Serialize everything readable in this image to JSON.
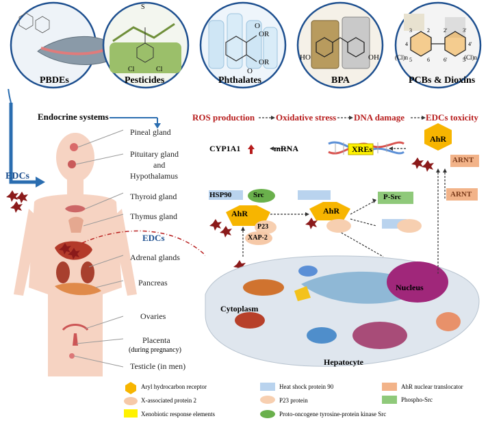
{
  "sources": [
    {
      "label": "PBDEs"
    },
    {
      "label": "Pesticides"
    },
    {
      "label": "Phthalates"
    },
    {
      "label": "BPA"
    },
    {
      "label": "PCBs & Dioxins"
    }
  ],
  "chem": {
    "pest_s": "S",
    "pest_cl1": "Cl",
    "pest_cl2": "Cl",
    "phth_o1": "O",
    "phth_or1": "OR",
    "phth_or2": "OR",
    "phth_o2": "O",
    "bpa_ho": "HO",
    "bpa_oh": "OH",
    "pcb_cl_l": "(Cl)n",
    "pcb_cl_r": "(Cl)n",
    "pcb_n3": "3",
    "pcb_n2": "2",
    "pcb_n2p": "2'",
    "pcb_n3p": "3'",
    "pcb_n4": "4",
    "pcb_n4p": "4'",
    "pcb_n5": "5",
    "pcb_n6": "6",
    "pcb_n6p": "6'",
    "pcb_n5p": "5'"
  },
  "endocrine_title": "Endocrine systems",
  "edcs_left": "EDCs",
  "edcs_mid": "EDCs",
  "organs": [
    {
      "label": "Pineal gland"
    },
    {
      "label": "Pituitary gland"
    },
    {
      "label": "and"
    },
    {
      "label": "Hypothalamus"
    },
    {
      "label": "Thyroid gland"
    },
    {
      "label": "Thymus gland"
    },
    {
      "label": "Adrenal glands"
    },
    {
      "label": "Pancreas"
    },
    {
      "label": "Ovaries"
    },
    {
      "label": "Placenta"
    },
    {
      "label": "(during pregnancy)"
    },
    {
      "label": "Testicle (in men)"
    }
  ],
  "pathway": {
    "ros": "ROS production",
    "oxidative": "Oxidative stress",
    "dna": "DNA damage",
    "toxicity": "EDCs toxicity",
    "cyp": "CYP1A1",
    "mrna": "mRNA",
    "xres": "XREs",
    "ahr_top": "AhR",
    "arnt_top": "ARNT",
    "arnt_mid": "ARNT",
    "hsp90": "HSP90",
    "src": "Src",
    "ahr_left": "AhR",
    "p23": "P23",
    "xap2": "XAP-2",
    "ahr_mid": "AhR",
    "psrc": "P-Src",
    "nucleus": "Nucleus",
    "cytoplasm": "Cytoplasm",
    "hepatocyte": "Hepatocyte"
  },
  "legend": [
    {
      "label": "Aryl hydrocarbon receptor",
      "color": "#f7b500"
    },
    {
      "label": "X-associated protein 2",
      "color": "#f6c9a8"
    },
    {
      "label": "Xenobiotic response elements",
      "color": "#fff200"
    },
    {
      "label": "Heat shock protein 90",
      "color": "#b9d3ee"
    },
    {
      "label": "P23 protein",
      "color": "#f7cfb0"
    },
    {
      "label": "Proto-oncogene tyrosine-protein kinase Src",
      "color": "#6ab04c"
    },
    {
      "label": "AhR nuclear translocator",
      "color": "#f2b389"
    },
    {
      "label": "Phospho-Src",
      "color": "#8fc97a"
    }
  ]
}
